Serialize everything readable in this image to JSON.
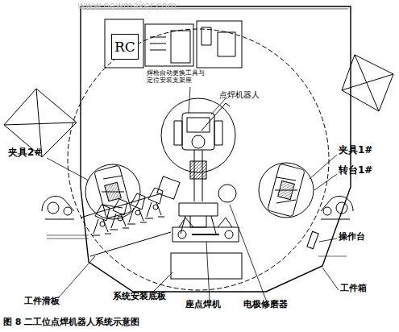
{
  "diagram": {
    "caption": "图 8   二工位点焊机器人系统示意图",
    "nodes": [
      {
        "text": [
          "RC"
        ]
      }
    ],
    "labels": [
      "www.newmaker.com",
      "焊枪自动更换工具与定位安装支架座",
      "点焊机器人",
      "夹具2#",
      "夹具1#",
      "转台1#",
      "操作台",
      "工件箱",
      "电极修磨器",
      "座点焊机",
      "系统安装底板",
      "工件滑板"
    ]
  }
}
